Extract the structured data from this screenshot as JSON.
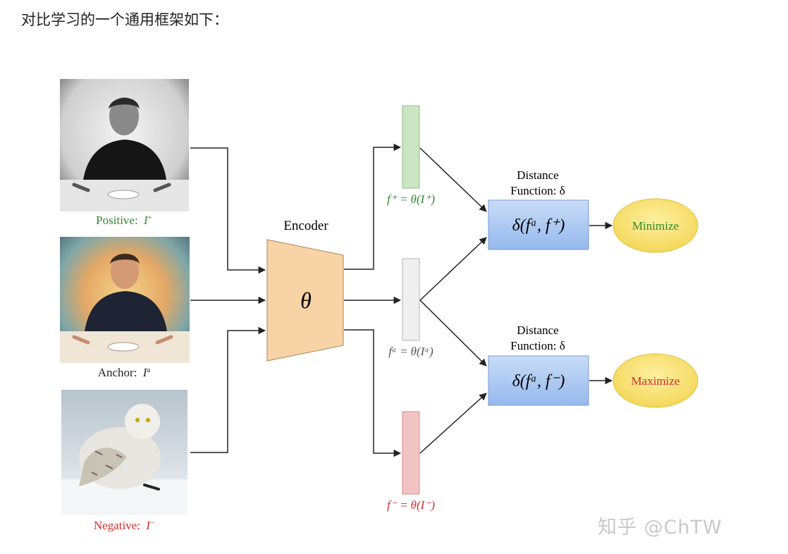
{
  "heading": "对比学习的一个通用框架如下：",
  "images": {
    "positive": {
      "icon": "man-portrait-grayscale-photo",
      "label_prefix": "Positive:",
      "symbol": "I",
      "sup": "+",
      "color": "#2e8b2e"
    },
    "anchor": {
      "icon": "man-portrait-color-photo",
      "label_prefix": "Anchor:",
      "symbol": "I",
      "sup": "a",
      "color": "#222222"
    },
    "negative": {
      "icon": "snowy-owl-photo",
      "label_prefix": "Negative:",
      "symbol": "I",
      "sup": "−",
      "color": "#d62c2c"
    }
  },
  "encoder": {
    "title": "Encoder",
    "param": "θ",
    "fill": "#f7d3a5"
  },
  "features": {
    "positive": {
      "text": "f⁺ = θ(I⁺)",
      "fill": "#cbe6c3",
      "color": "#2e8b2e"
    },
    "anchor": {
      "text": "fᵃ = θ(Iᵃ)",
      "fill": "#efefef",
      "color": "#555555"
    },
    "negative": {
      "text": "f⁻ = θ(I⁻)",
      "fill": "#f2c3c3",
      "color": "#d62c2c"
    }
  },
  "distance": {
    "top": {
      "title_line1": "Distance",
      "title_line2": "Function: δ",
      "formula": "δ(fᵃ, f⁺)"
    },
    "bottom": {
      "title_line1": "Distance",
      "title_line2": "Function: δ",
      "formula": "δ(fᵃ, f⁻)"
    }
  },
  "objectives": {
    "minimize": {
      "label": "Minimize",
      "color": "#2e8b2e"
    },
    "maximize": {
      "label": "Maximize",
      "color": "#d62c2c"
    }
  },
  "watermark": "知乎 @ChTW"
}
